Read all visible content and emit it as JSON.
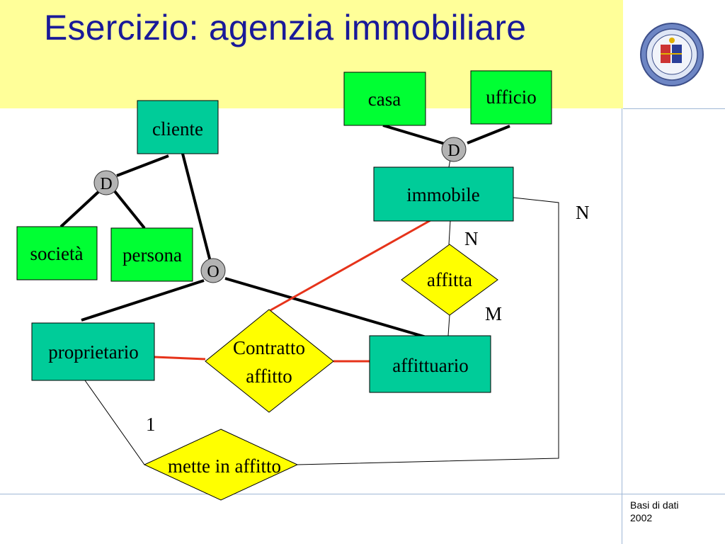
{
  "slide": {
    "title": "Esercizio: agenzia immobiliare",
    "footer_line1": "Basi di dati",
    "footer_line2": "2002",
    "logo_name": "university-seal"
  },
  "colors": {
    "title_band": "#ffff99",
    "title_text": "#1a1a99",
    "entity_teal": "#00cc99",
    "entity_green": "#00ff33",
    "relationship": "#ffff00",
    "red_link": "#e6331a"
  },
  "entities": {
    "cliente": "cliente",
    "societa": "società",
    "persona": "persona",
    "casa": "casa",
    "ufficio": "ufficio",
    "immobile": "immobile",
    "proprietario": "proprietario",
    "affittuario": "affittuario"
  },
  "relationships": {
    "affitta": "affitta",
    "contratto_line1": "Contratto",
    "contratto_line2": "affitto",
    "mette_in_affitto": "mette in affitto"
  },
  "generalizations": {
    "cliente": "D",
    "immobile": "D",
    "overlap": "O"
  },
  "cardinalities": {
    "immobile_mette": "N",
    "immobile_affitta": "N",
    "affittuario_affitta": "M",
    "proprietario_mette": "1"
  }
}
